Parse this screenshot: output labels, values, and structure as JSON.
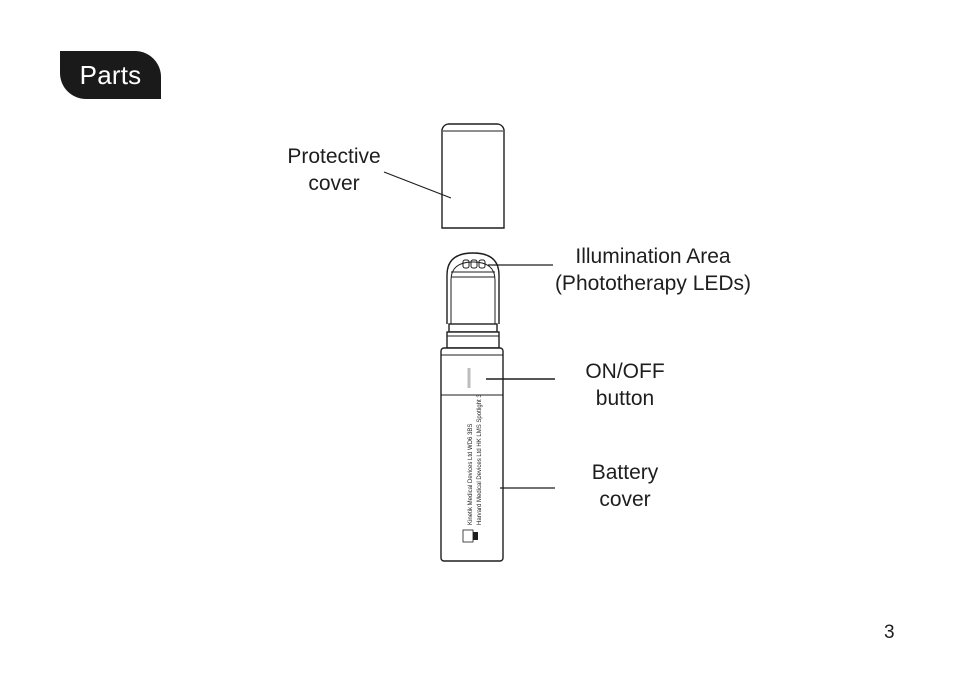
{
  "section": {
    "title": "Parts"
  },
  "labels": {
    "protective_cover": [
      "Protective",
      "cover"
    ],
    "illumination_area": [
      "Illumination Area",
      "(Phototherapy LEDs)"
    ],
    "on_off_button": [
      "ON/OFF",
      "button"
    ],
    "battery_cover": [
      "Battery",
      "cover"
    ]
  },
  "device_text": {
    "line1": "Kinetik Medical Devices Ltd WD6 3BS",
    "line2": "Harvard Medical Devices Ltd HK  LMS Spotlight 3"
  },
  "page_number": "3"
}
